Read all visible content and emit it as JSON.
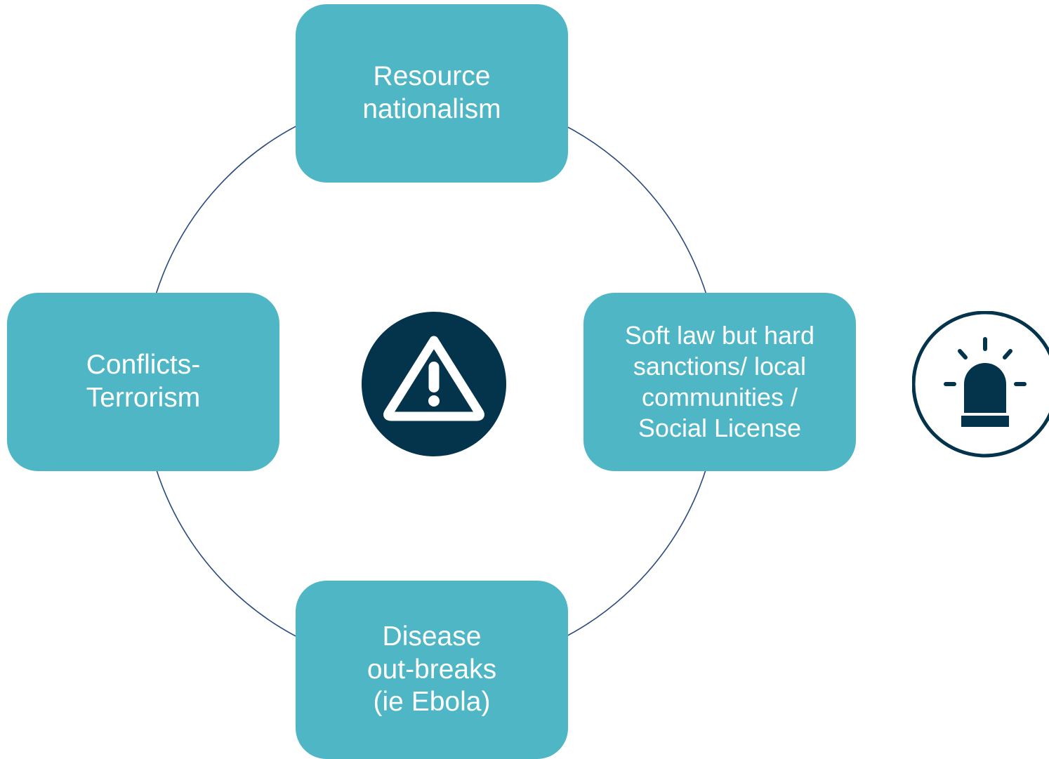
{
  "colors": {
    "node_fill": "#4eb6c4",
    "ring_stroke": "#2a4a7f",
    "icon_dark": "#04344c",
    "text": "#ffffff"
  },
  "nodes": {
    "top": {
      "label": "Resource\nnationalism"
    },
    "left": {
      "label": "Conflicts-\nTerrorism"
    },
    "right": {
      "label": "Soft law but hard\nsanctions/ local\ncommunities /\nSocial License"
    },
    "bottom": {
      "label": "Disease\nout-breaks\n(ie Ebola)"
    }
  },
  "icons": {
    "center": "warning-triangle-icon",
    "right": "alarm-siren-icon"
  }
}
